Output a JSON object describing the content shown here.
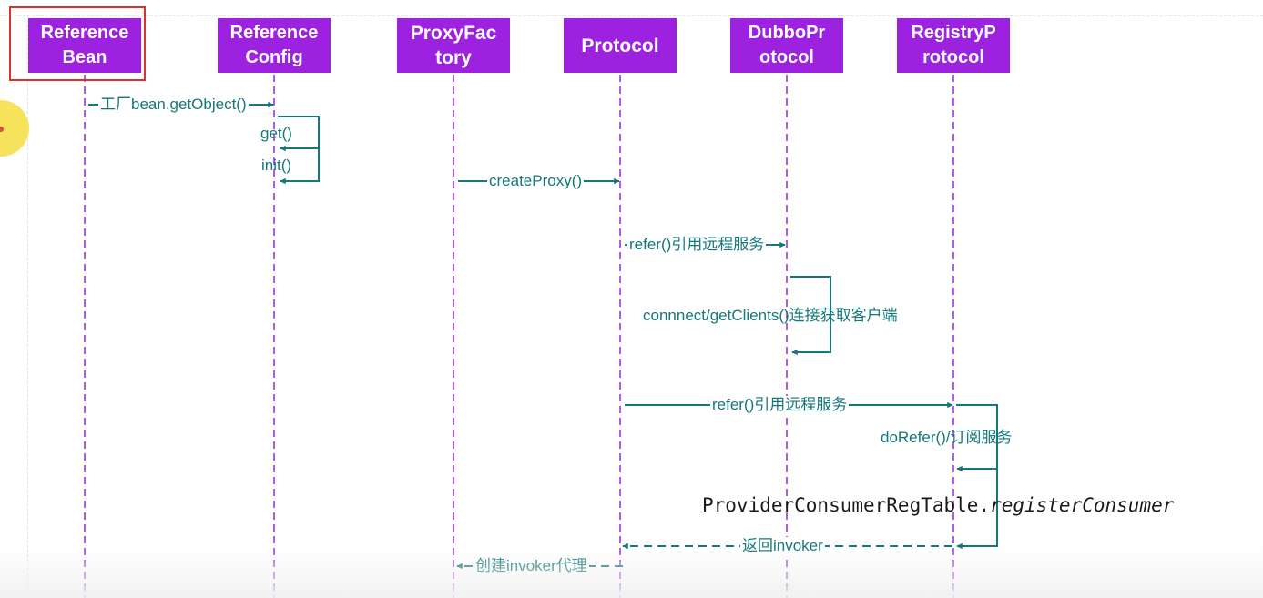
{
  "participants": [
    {
      "id": "reference_bean",
      "label": "Reference\nBean"
    },
    {
      "id": "reference_config",
      "label": "Reference\nConfig"
    },
    {
      "id": "proxy_factory",
      "label": "ProxyFac\ntory"
    },
    {
      "id": "protocol",
      "label": "Protocol"
    },
    {
      "id": "dubbo_protocol",
      "label": "DubboPr\notocol"
    },
    {
      "id": "registry_protocol",
      "label": "RegistryP\nrotocol"
    }
  ],
  "highlighted_participant": "reference_bean",
  "messages": [
    {
      "id": "factory_bean_get_object",
      "label": "工厂bean.getObject()",
      "from": "reference_bean",
      "to": "reference_config",
      "style": "solid"
    },
    {
      "id": "get",
      "label": "get()",
      "from": "reference_config",
      "to": "reference_config",
      "style": "self"
    },
    {
      "id": "init",
      "label": "init()",
      "from": "reference_config",
      "to": "reference_config",
      "style": "self"
    },
    {
      "id": "create_proxy",
      "label": "createProxy()",
      "from": "proxy_factory",
      "to": "protocol",
      "style": "solid"
    },
    {
      "id": "refer_dubbo",
      "label": "refer()引用远程服务",
      "from": "protocol",
      "to": "dubbo_protocol",
      "style": "solid"
    },
    {
      "id": "connect_get_clients",
      "label": "connnect/getClients()连接获取客户端",
      "from": "dubbo_protocol",
      "to": "dubbo_protocol",
      "style": "self"
    },
    {
      "id": "refer_registry",
      "label": "refer()引用远程服务",
      "from": "protocol",
      "to": "registry_protocol",
      "style": "solid"
    },
    {
      "id": "do_refer",
      "label": "doRefer()/订阅服务",
      "from": "registry_protocol",
      "to": "registry_protocol",
      "style": "self"
    },
    {
      "id": "return_invoker",
      "label": "返回invoker",
      "from": "registry_protocol",
      "to": "protocol",
      "style": "dashed"
    },
    {
      "id": "create_invoker_proxy",
      "label": "创建invoker代理",
      "from": "protocol",
      "to": "proxy_factory",
      "style": "dashed"
    }
  ],
  "note": {
    "class_name": "ProviderConsumerRegTable.",
    "method_name": "registerConsumer"
  },
  "colors": {
    "lifeline_box": "#9d22e0",
    "lifeline_line": "#9d22e0",
    "message": "#14777a",
    "highlight_frame": "#d9342b",
    "cursor_marker": "#f7e04a"
  }
}
